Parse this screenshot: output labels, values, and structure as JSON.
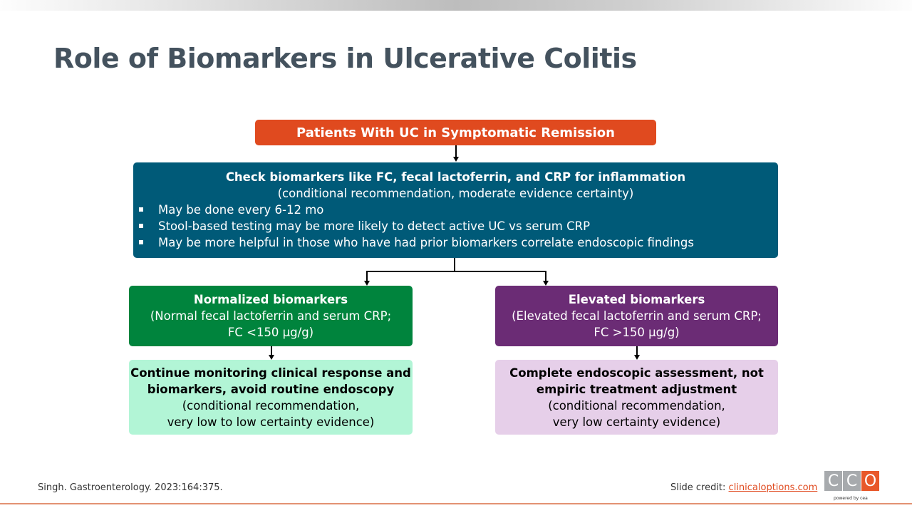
{
  "title": "Role of Biomarkers in Ulcerative Colitis",
  "top_box": "Patients With UC in Symptomatic Remission",
  "mid_box": {
    "heading": "Check biomarkers like FC, fecal lactoferrin, and CRP for inflammation",
    "subheading": "(conditional recommendation, moderate evidence certainty)",
    "bullets": [
      "May be done every 6-12 mo",
      "Stool-based testing may be more likely to detect active UC vs serum CRP",
      "May be more helpful in those who have had prior biomarkers correlate endoscopic findings"
    ]
  },
  "normal": {
    "heading": "Normalized biomarkers",
    "line1": "(Normal fecal lactoferrin and serum CRP;",
    "line2": "FC <150 µg/g)"
  },
  "elevated": {
    "heading": "Elevated biomarkers",
    "line1": "(Elevated fecal lactoferrin and serum CRP;",
    "line2": "FC >150 µg/g)"
  },
  "normal_action": {
    "line1": "Continue monitoring clinical response and",
    "line2": "biomarkers, avoid routine endoscopy",
    "line3": "(conditional recommendation,",
    "line4": "very low to low certainty evidence)"
  },
  "elevated_action": {
    "line1": "Complete endoscopic assessment, not",
    "line2": "empiric treatment adjustment",
    "line3": "(conditional recommendation,",
    "line4": "very low certainty evidence)"
  },
  "footer": {
    "citation": "Singh. Gastroenterology. 2023:164:375.",
    "credit_label": "Slide credit: ",
    "credit_link": "clinicaloptions.com"
  },
  "logo": {
    "letters": [
      "C",
      "C",
      "O"
    ],
    "tagline": "powered by cea"
  }
}
